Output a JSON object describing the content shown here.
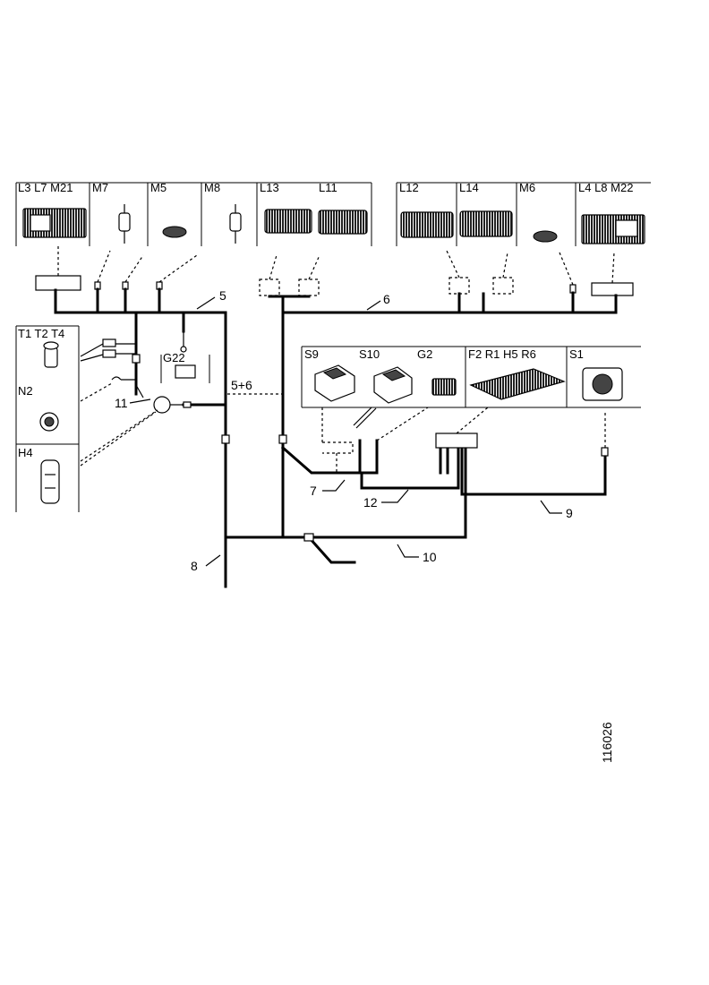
{
  "components": {
    "box_a": "L3 L7 M21",
    "box_b": "M7",
    "box_c": "M5",
    "box_d": "M8",
    "box_e1": "L13",
    "box_e2": "L11",
    "box_f1": "L12",
    "box_f2": "L14",
    "box_g": "M6",
    "box_h": "L4 L8 M22",
    "box_t": "T1 T2 T4",
    "box_n": "N2",
    "box_h4": "H4",
    "inner_g22": "G22",
    "box_s9": "S9",
    "box_s10": "S10",
    "box_g2": "G2",
    "box_fuse": "F2 R1 H5 R6",
    "box_s1": "S1"
  },
  "harness_labels": {
    "h5": "5",
    "h6": "6",
    "h5_6": "5+6",
    "h7": "7",
    "h8": "8",
    "h9": "9",
    "h10": "10",
    "h11": "11",
    "h12": "12"
  },
  "figure_number": "116026"
}
